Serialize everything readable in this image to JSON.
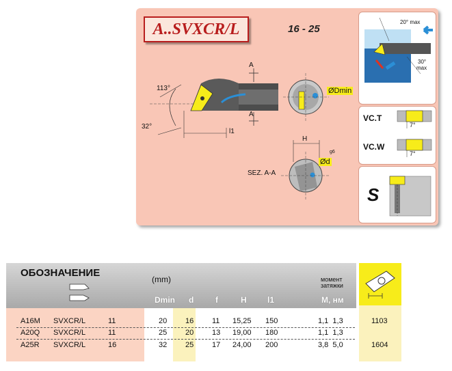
{
  "drawing": {
    "title": "A..SVXCR/L",
    "size_range": "16 -  25",
    "angle_113": "113°",
    "angle_32": "32°",
    "label_l1": "l1",
    "label_A_top": "A",
    "label_A_bottom": "A",
    "label_dmin": "ØDmin",
    "label_H": "H",
    "label_d": "Ød",
    "label_g6": "g6",
    "section_label": "SEZ. A-A",
    "dir_angle_top": "20° max",
    "dir_angle_bottom_1": "30°",
    "dir_angle_bottom_2": "max",
    "vc_t": "VC.T",
    "vc_w": "VC.W",
    "vc_angle_1": "7°",
    "vc_angle_2": "7°",
    "s_letter": "S"
  },
  "table": {
    "designation": "ОБОЗНАЧЕНИЕ",
    "unit": "(mm)",
    "moment_line1": "момент",
    "moment_line2": "затяжки",
    "columns": [
      "Dmin",
      "d",
      "f",
      "H",
      "l1",
      "M, нм"
    ],
    "rows": [
      {
        "code": "A16M",
        "name": "SVXCR/L",
        "size": "11",
        "dmin": "20",
        "d": "16",
        "f": "11",
        "h": "15,25",
        "l1": "150",
        "m": "1,1  1,3",
        "insert": "1103"
      },
      {
        "code": "A20Q",
        "name": "SVXCR/L",
        "size": "11",
        "dmin": "25",
        "d": "20",
        "f": "13",
        "h": "19,00",
        "l1": "180",
        "m": "1,1  1,3",
        "insert": ""
      },
      {
        "code": "A25R",
        "name": "SVXCR/L",
        "size": "16",
        "dmin": "32",
        "d": "25",
        "f": "17",
        "h": "24,00",
        "l1": "200",
        "m": "3,8  5,0",
        "insert": "1604"
      }
    ]
  },
  "colors": {
    "panel": "#f9c6b6",
    "title_red": "#b81d1d",
    "insert_yellow": "#f7ec1a",
    "arrow_blue": "#2b8fd6"
  }
}
